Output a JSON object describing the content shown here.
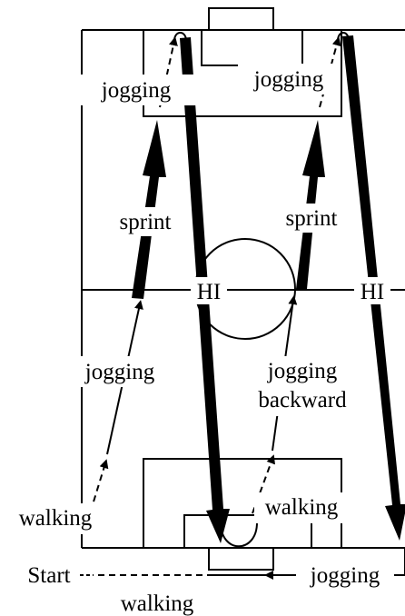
{
  "labels": {
    "jogging_top_left": "jogging",
    "jogging_top_right": "jogging",
    "sprint_left": "sprint",
    "sprint_right": "sprint",
    "hi_center": "HI",
    "hi_right": "HI",
    "jogging_mid_left": "jogging",
    "jogging_backward_1": "jogging",
    "jogging_backward_2": "backward",
    "walking_bottom_right": "walking",
    "walking_left": "walking",
    "start": "Start",
    "walking_bottom": "walking",
    "jogging_bottom_right": "jogging"
  },
  "colors": {
    "ink": "#000000",
    "background": "#ffffff"
  }
}
